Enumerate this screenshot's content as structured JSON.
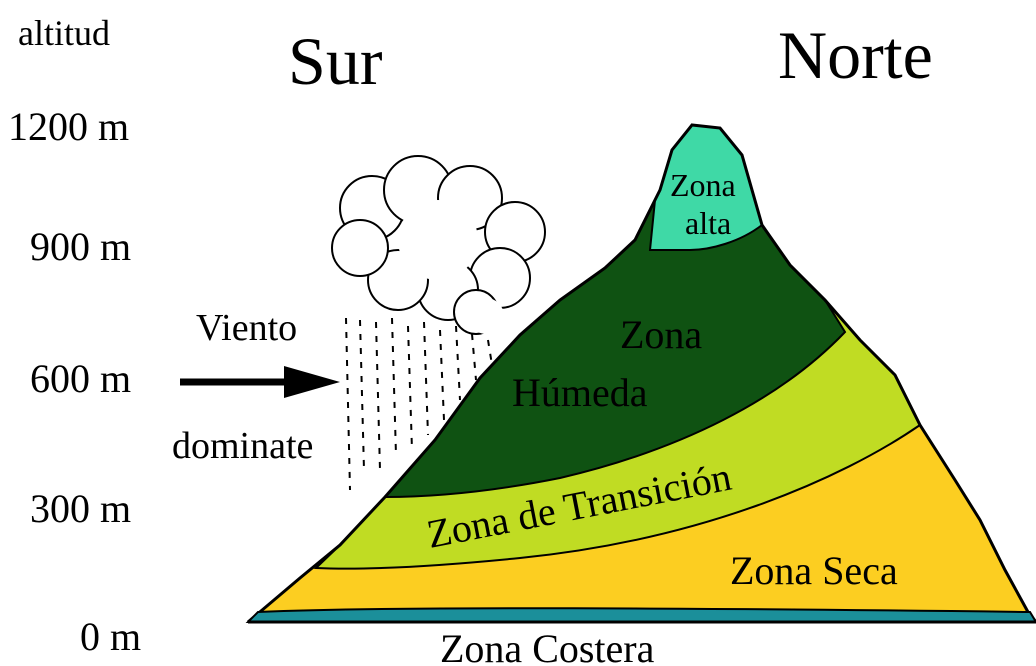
{
  "axis": {
    "title": "altitud",
    "ticks": [
      "1200 m",
      "900 m",
      "600 m",
      "300 m",
      "0 m"
    ]
  },
  "directions": {
    "south": "Sur",
    "north": "Norte"
  },
  "wind": {
    "line1": "Viento",
    "line2": "dominate"
  },
  "zones": {
    "alta_line1": "Zona",
    "alta_line2": "alta",
    "humeda_line1": "Zona",
    "humeda_line2": "Húmeda",
    "transicion": "Zona de Transición",
    "seca": "Zona Seca",
    "costera": "Zona Costera"
  },
  "colors": {
    "zona_alta": "#3fd9a6",
    "zona_humeda": "#0f5212",
    "zona_transicion": "#c0dc23",
    "zona_seca": "#fcce21",
    "zona_costera": "#1b8f9a"
  }
}
